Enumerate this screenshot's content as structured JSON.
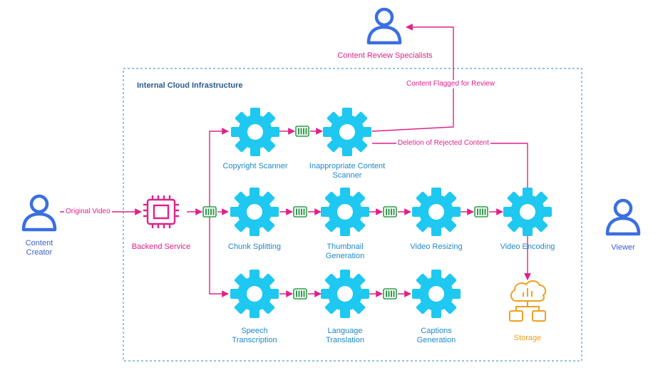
{
  "diagram": {
    "boundary_label": "Internal Cloud Infrastructure",
    "actors": {
      "reviewers": "Content Review Specialists",
      "creator": "Content\nCreator",
      "viewer": "Viewer"
    },
    "nodes": {
      "backend": "Backend Service",
      "copyright": "Copyright Scanner",
      "inappropriate": "Inappropriate Content\nScanner",
      "chunk": "Chunk Splitting",
      "thumbnail": "Thumbnail\nGeneration",
      "resizing": "Video Resizing",
      "encoding": "Video Encoding",
      "speech": "Speech\nTranscription",
      "translation": "Language\nTranslation",
      "captions": "Captions\nGeneration",
      "storage": "Storage"
    },
    "edges": {
      "original_video": "Original Video",
      "flagged": "Content Flagged for Review",
      "deletion": "Deletion of Rejected Content"
    },
    "colors": {
      "gear": "#1ec8f0",
      "flow": "#e0218a",
      "queue": "#2e9c4a",
      "actor": "#3a6fe0",
      "storage": "#f0a020",
      "boundary": "#4a9fd8"
    },
    "icons": {
      "actor": "person-icon",
      "service": "cpu-chip-icon",
      "worker": "gear-icon",
      "queue": "queue-icon",
      "storage": "cloud-storage-icon"
    }
  }
}
